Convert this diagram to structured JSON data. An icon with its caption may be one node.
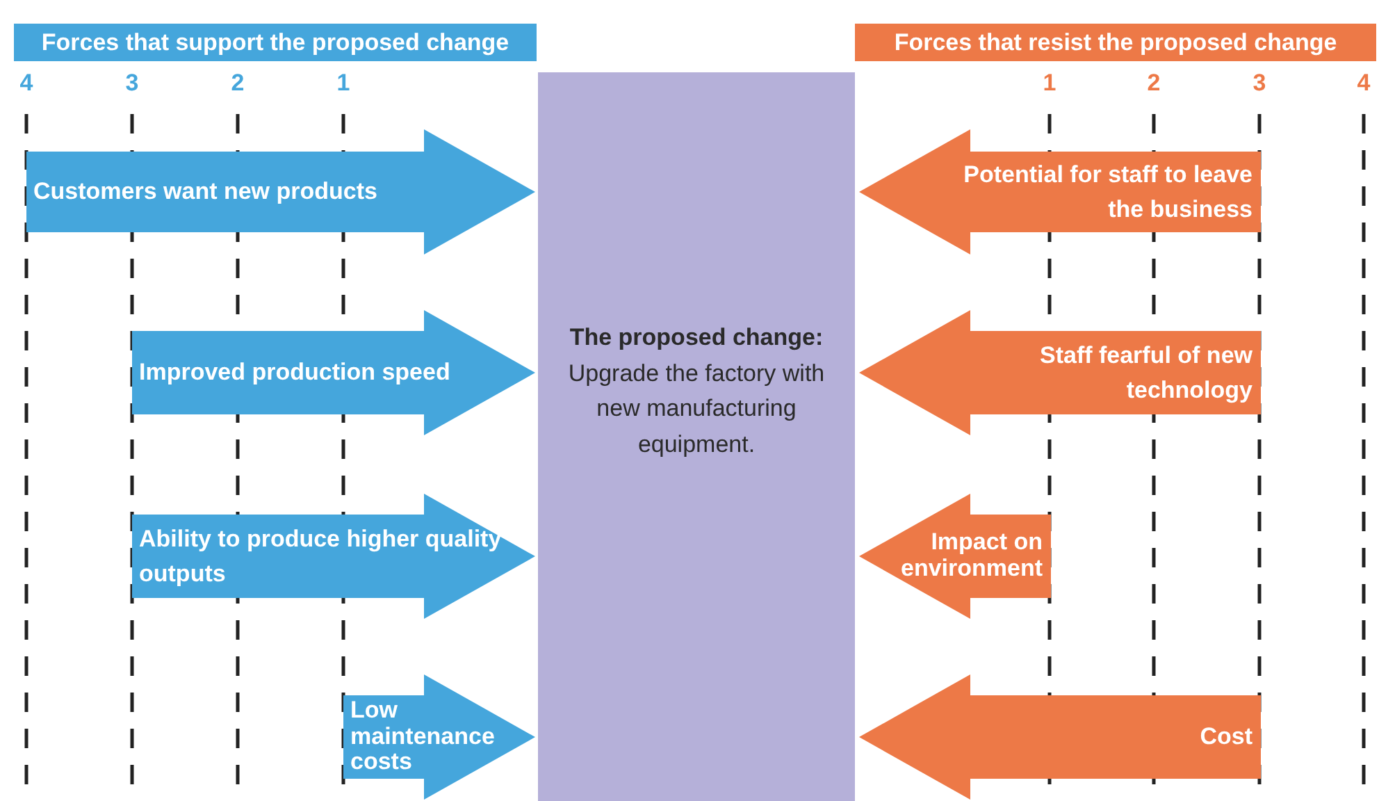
{
  "diagram": {
    "nodes": [
      {
        "text": [
          "Forces that support the proposed change"
        ]
      },
      {
        "text": [
          "Forces that resist the proposed change"
        ]
      },
      {
        "text": [
          "The proposed change:",
          "Upgrade the factory with new manufacturing equipment."
        ]
      },
      {
        "text": [
          "Customers want new products"
        ]
      },
      {
        "text": [
          "Improved production speed"
        ]
      },
      {
        "text": [
          "Ability to produce higher quality outputs"
        ]
      },
      {
        "text": [
          "Low maintenance costs"
        ]
      },
      {
        "text": [
          "Potential for staff to leave the business"
        ]
      },
      {
        "text": [
          "Staff fearful of new technology"
        ]
      },
      {
        "text": [
          "Impact on environment"
        ]
      },
      {
        "text": [
          "Cost"
        ]
      }
    ],
    "labels": [
      "4",
      "3",
      "2",
      "1",
      "1",
      "2",
      "3",
      "4"
    ]
  }
}
